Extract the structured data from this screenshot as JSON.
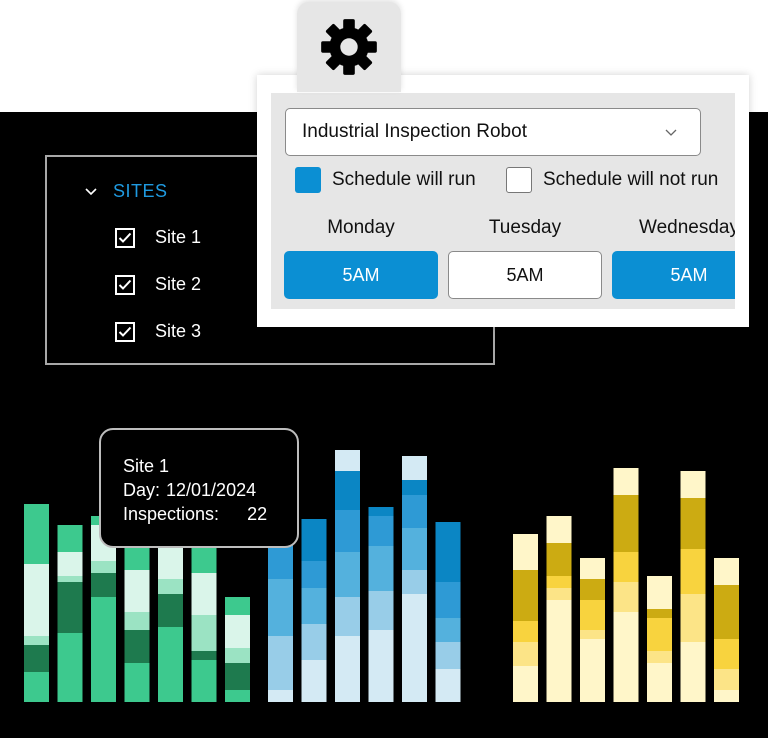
{
  "sites_panel": {
    "title": "SITES",
    "items": [
      {
        "label": "Site 1",
        "checked": true
      },
      {
        "label": "Site 2",
        "checked": true
      },
      {
        "label": "Site 3",
        "checked": true
      }
    ]
  },
  "tooltip": {
    "site": "Site 1",
    "day_label": "Day:",
    "day_value": "12/01/2024",
    "inspections_label": "Inspections:",
    "inspections_value": "22"
  },
  "schedule": {
    "robot": "Industrial Inspection Robot",
    "legend_run": "Schedule will run",
    "legend_not_run": "Schedule will not run",
    "days": [
      {
        "day": "Monday",
        "time": "5AM",
        "will_run": true
      },
      {
        "day": "Tuesday",
        "time": "5AM",
        "will_run": false
      },
      {
        "day": "Wednesday",
        "time": "5AM",
        "will_run": true
      }
    ],
    "colors": {
      "run": "#0b8fd3",
      "not_run": "#ffffff"
    }
  },
  "icons": {
    "settings": "gear-icon",
    "expand": "chevron-down-icon",
    "select": "chevron-down-icon",
    "check": "check-icon"
  },
  "chart_data": {
    "type": "bar",
    "stacked": true,
    "axes_visible": false,
    "series": [
      {
        "site": "Site 1",
        "palette": [
          "#3dc98e",
          "#1e7a4e",
          "#9be3c3",
          "#daf5ea"
        ],
        "bars": [
          [
            0.1,
            0.09,
            0.03,
            0.24,
            0.2
          ],
          [
            0.23,
            0.17,
            0.02,
            0.08,
            0.09
          ],
          [
            0.35,
            0.08,
            0.04,
            0.12,
            0.03
          ],
          [
            0.13,
            0.11,
            0.06,
            0.14,
            0.23
          ],
          [
            0.25,
            0.11,
            0.05,
            0.11,
            0.06
          ],
          [
            0.14,
            0.03,
            0.12,
            0.14,
            0.18
          ],
          [
            0.04,
            0.09,
            0.05,
            0.11,
            0.06
          ]
        ]
      },
      {
        "site": "Site 2",
        "palette": [
          "#d4eaf4",
          "#98cde8",
          "#54b1dd",
          "#2e9ad5",
          "#0b86c4"
        ],
        "bars": [
          [
            0.04,
            0.18,
            0.19,
            0.25,
            0.2
          ],
          [
            0.14,
            0.12,
            0.12,
            0.09,
            0.14
          ],
          [
            0.22,
            0.13,
            0.15,
            0.14,
            0.13,
            0.07
          ],
          [
            0.24,
            0.13,
            0.15,
            0.1,
            0.03
          ],
          [
            0.36,
            0.08,
            0.14,
            0.11,
            0.05,
            0.08
          ],
          [
            0.11,
            0.09,
            0.08,
            0.12,
            0.2
          ]
        ]
      },
      {
        "site": "Site 3",
        "palette": [
          "#fff6c9",
          "#fce487",
          "#f8d33e",
          "#ccab12"
        ],
        "bars": [
          [
            0.12,
            0.08,
            0.07,
            0.17,
            0.12
          ],
          [
            0.34,
            0.04,
            0.04,
            0.11,
            0.09
          ],
          [
            0.21,
            0.03,
            0.1,
            0.07,
            0.07
          ],
          [
            0.3,
            0.1,
            0.1,
            0.19,
            0.09
          ],
          [
            0.13,
            0.04,
            0.11,
            0.03,
            0.11
          ],
          [
            0.2,
            0.16,
            0.15,
            0.17,
            0.09
          ],
          [
            0.04,
            0.07,
            0.1,
            0.18,
            0.09
          ]
        ]
      }
    ],
    "y_max": 1.0
  }
}
